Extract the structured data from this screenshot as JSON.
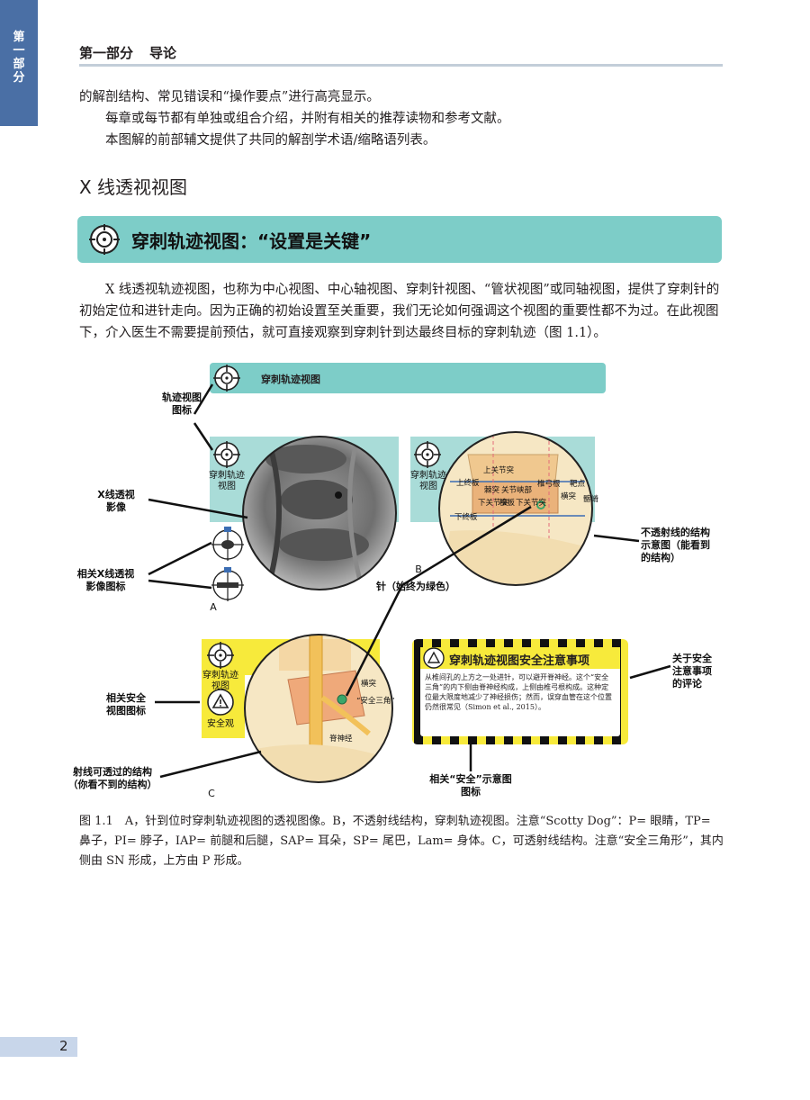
{
  "side_tab": {
    "text": "第一部分",
    "chars": [
      "第",
      "一",
      "部",
      "分"
    ]
  },
  "header": {
    "part": "第一部分",
    "chapter": "导论"
  },
  "intro": [
    "的解剖结构、常见错误和“操作要点”进行高亮显示。",
    "每章或每节都有单独或组合介绍，并附有相关的推荐读物和参考文献。",
    "本图解的前部辅文提供了共同的解剖学术语/缩略语列表。"
  ],
  "section_heading": "X 线透视视图",
  "banner_title": "穿刺轨迹视图：“设置是关键”",
  "paragraph": "X 线透视轨迹视图，也称为中心视图、中心轴视图、穿刺针视图、“管状视图”或同轴视图，提供了穿刺针的初始定位和进针走向。因为正确的初始设置至关重要，我们无论如何强调这个视图的重要性都不为过。在此视图下，介入医生不需要提前预估，就可直接观察到穿刺针到达最终目标的穿刺轨迹（图 1.1）。",
  "figure": {
    "top_banner": "穿刺轨迹视图",
    "callouts": {
      "trajectory_icon": [
        "轨迹视图",
        "图标"
      ],
      "xray_image": [
        "X线透视",
        "影像"
      ],
      "related_xray_icons": [
        "相关X线透视",
        "影像图标"
      ],
      "needle": "针（始终为绿色）",
      "radiopaque": [
        "不透射线的结构",
        "示意图（能看到",
        "的结构）"
      ],
      "safety_comment": [
        "关于安全",
        "注意事项",
        "的评论"
      ],
      "related_safety_icon": [
        "相关安全",
        "视图图标"
      ],
      "radiolucent": [
        "射线可透过的结构",
        "（你看不到的结构）"
      ],
      "related_safety_diagram": [
        "相关“安全”示意图",
        "图标"
      ]
    },
    "icon_label": [
      "穿刺轨迹",
      "视图"
    ],
    "safety_label": "安全观",
    "panel_letters": {
      "a": "A",
      "b": "B",
      "c": "C"
    },
    "anatomy_b": {
      "sap": "上关节突",
      "upper_endplate": "上终板",
      "tp": "横突",
      "spinous": "棘突",
      "pars": "关节峡部",
      "pedicle": "椎弓根",
      "target": "靶点",
      "iap": "下关节突",
      "lamina": "椎板",
      "lower_iap": "下关节突",
      "lower_endplate": "下终板",
      "iliac": "髂嵴"
    },
    "anatomy_c": {
      "tp": "横突",
      "triangle": "“安全三角”",
      "nerve": "脊神经"
    },
    "safety_box": {
      "title": "穿刺轨迹视图安全注意事项",
      "text": "从椎间孔的上方之一处进针，可以避开脊神经。这个“安全三角”的内下侧由脊神经构成，上侧由椎弓根构成。这种定位最大限度地减少了神经损伤；然而，误穿血管在这个位置仍然很常见（Simon et al., 2015）。"
    }
  },
  "caption": "图 1.1　A，针到位时穿刺轨迹视图的透视图像。B，不透射线结构，穿刺轨迹视图。注意“Scotty Dog”：P= 眼睛，TP= 鼻子，PI= 脖子，IAP= 前腿和后腿，SAP= 耳朵，SP= 尾巴，Lam= 身体。C，可透射线结构。注意“安全三角形”，其内侧由 SN 形成，上方由 P 形成。",
  "page_number": "2",
  "colors": {
    "teal": "#7dcdc8",
    "tab_blue": "#4a6fa5",
    "rule": "#c3ced9",
    "yellow": "#f7ea3b",
    "needle_green": "#3aa66a"
  }
}
